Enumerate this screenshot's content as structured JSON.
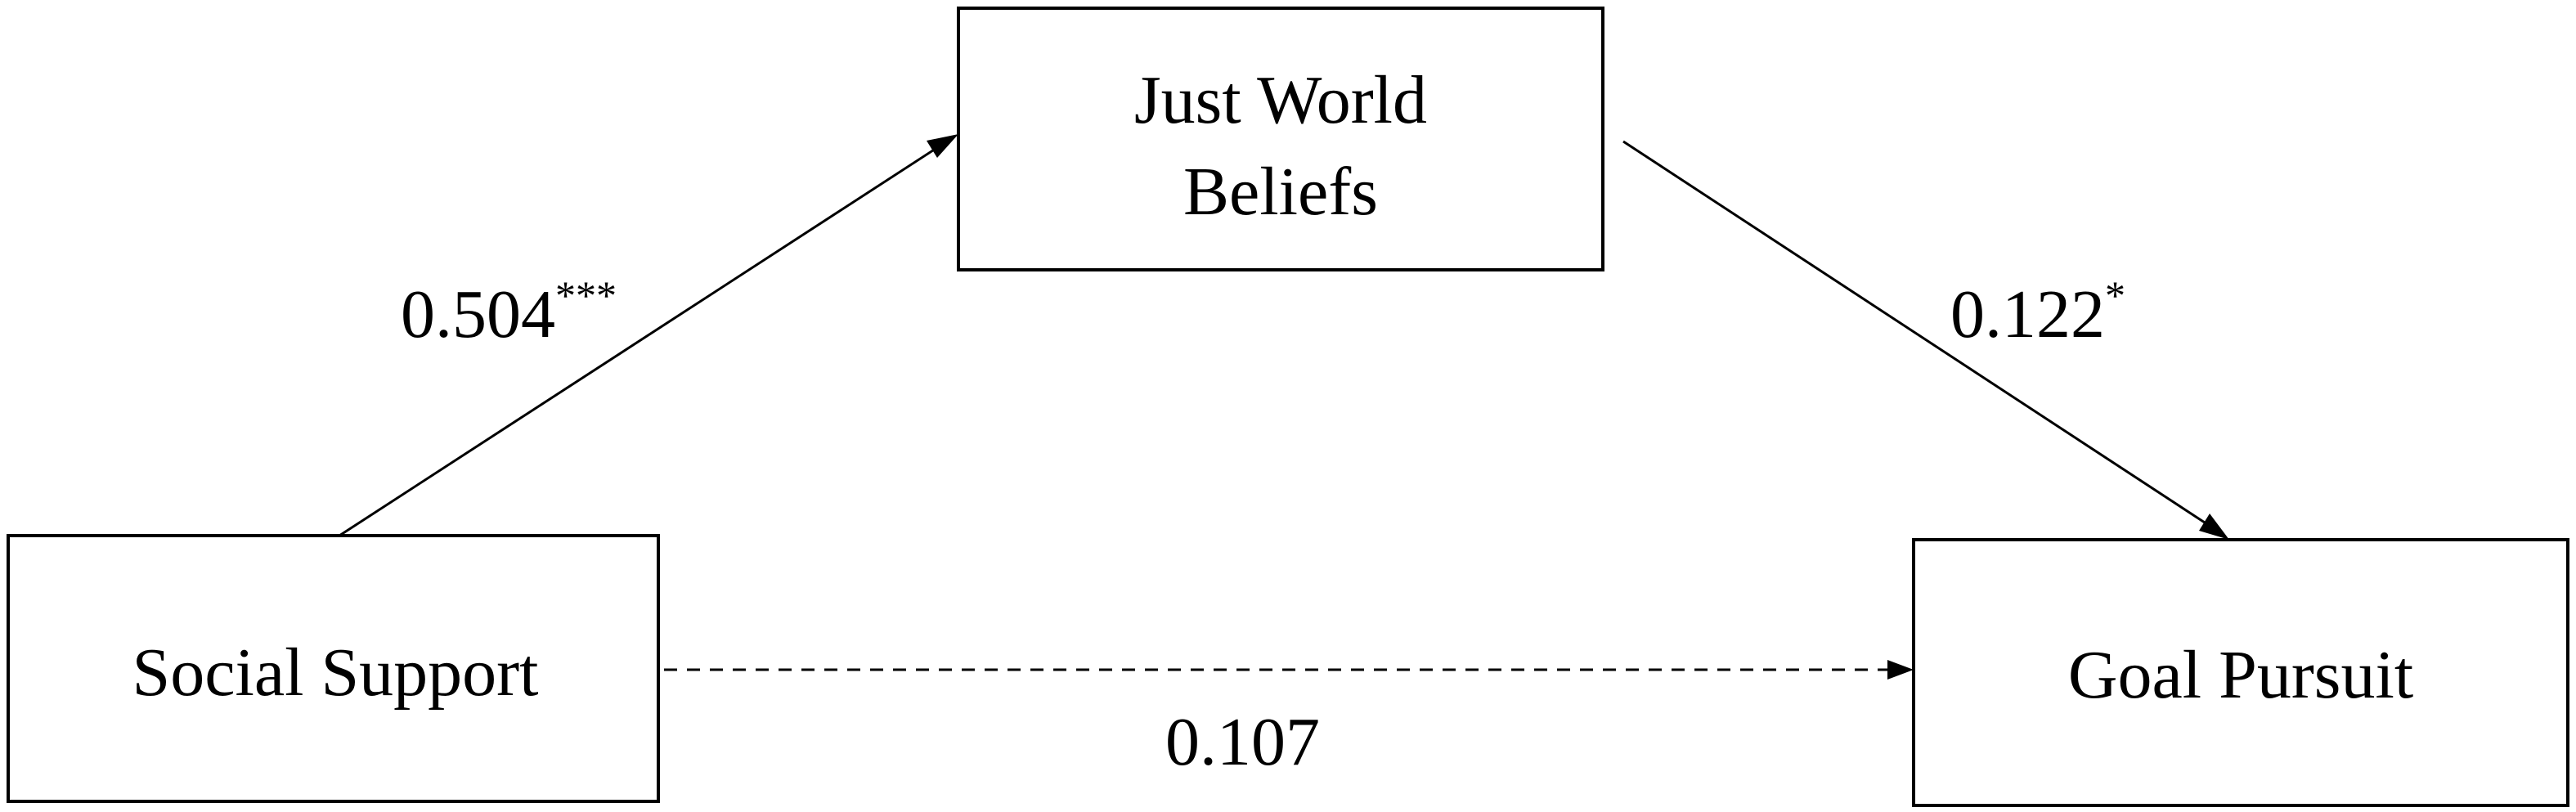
{
  "nodes": {
    "mediator": {
      "line1": "Just World",
      "line2": "Beliefs"
    },
    "predictor": {
      "label": "Social Support"
    },
    "outcome": {
      "label": "Goal Pursuit"
    }
  },
  "paths": {
    "a": {
      "coefficient": "0.504",
      "significance": "***"
    },
    "b": {
      "coefficient": "0.122",
      "significance": "*"
    },
    "c_prime": {
      "coefficient": "0.107",
      "significance": ""
    }
  }
}
